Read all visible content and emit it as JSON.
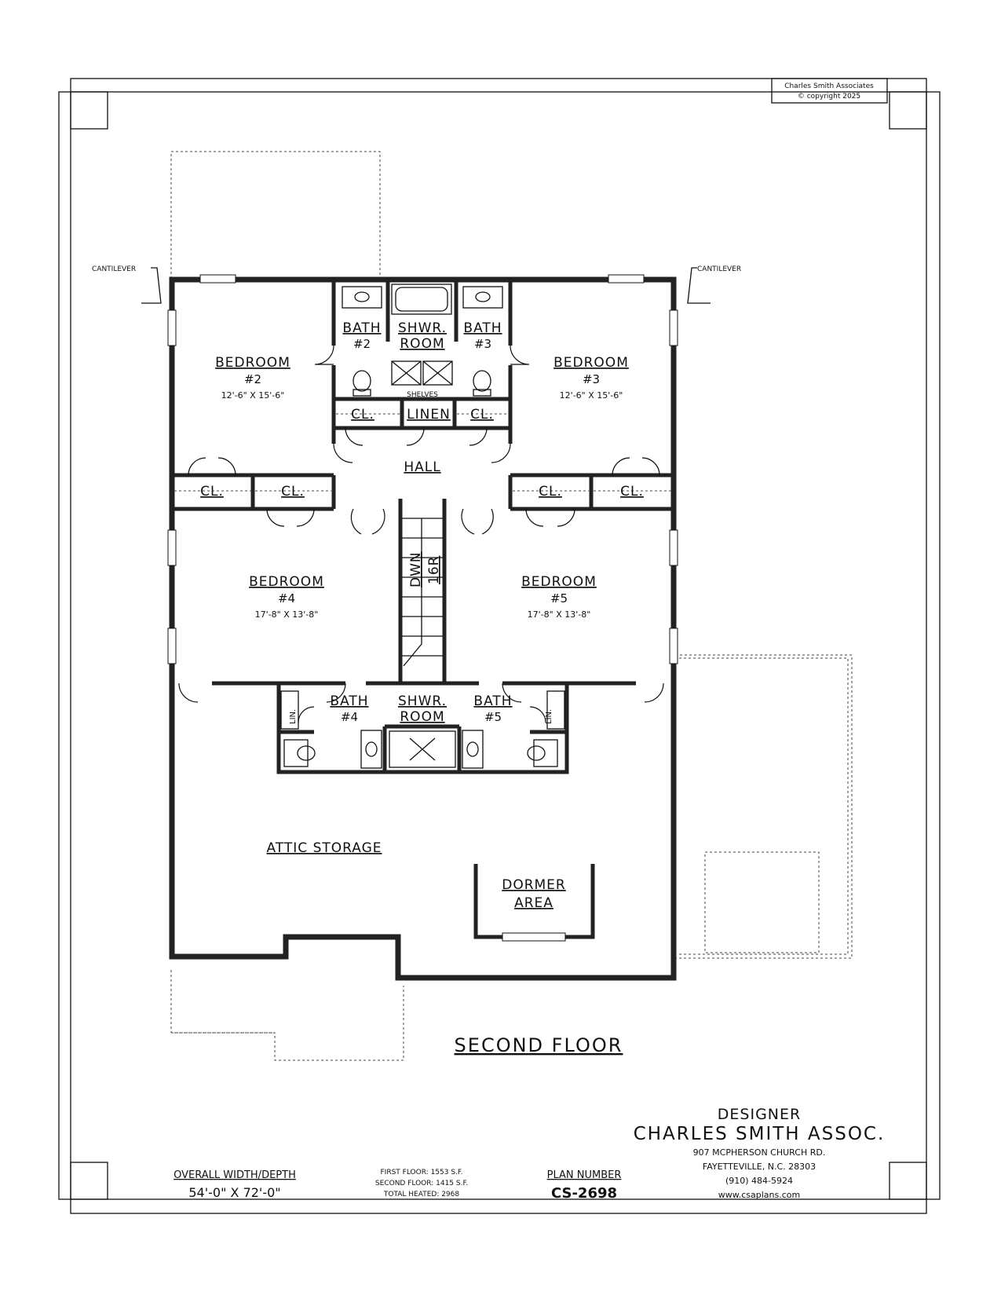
{
  "copyright": {
    "line1": "Charles Smith Associates",
    "line2": "© copyright 2025"
  },
  "rooms": {
    "bedroom2": {
      "name": "BEDROOM",
      "number": "#2",
      "size": "12'-6\" X 15'-6\""
    },
    "bedroom3": {
      "name": "BEDROOM",
      "number": "#3",
      "size": "12'-6\" X 15'-6\""
    },
    "bedroom4": {
      "name": "BEDROOM",
      "number": "#4",
      "size": "17'-8\" X 13'-8\""
    },
    "bedroom5": {
      "name": "BEDROOM",
      "number": "#5",
      "size": "17'-8\" X 13'-8\""
    },
    "bath2": {
      "name": "BATH",
      "number": "#2"
    },
    "bath3": {
      "name": "BATH",
      "number": "#3"
    },
    "bath4": {
      "name": "BATH",
      "number": "#4"
    },
    "bath5": {
      "name": "BATH",
      "number": "#5"
    },
    "shwr_upper": {
      "line1": "SHWR.",
      "line2": "ROOM"
    },
    "shwr_lower": {
      "line1": "SHWR.",
      "line2": "ROOM"
    },
    "shelves": "SHELVES",
    "linen": "LINEN",
    "closet": "CL.",
    "lin": "LIN.",
    "hall": "HALL",
    "stair_dwn": "DWN",
    "stair_risers": "16R",
    "attic": "ATTIC STORAGE",
    "dormer": {
      "line1": "DORMER",
      "line2": "AREA"
    }
  },
  "notes": {
    "cantilever": "CANTILEVER"
  },
  "title": "SECOND FLOOR",
  "designer": {
    "heading": "DESIGNER",
    "name": "CHARLES SMITH ASSOC.",
    "address": "907 MCPHERSON CHURCH RD.",
    "city": "FAYETTEVILLE, N.C. 28303",
    "phone": "(910) 484-5924",
    "web": "www.csaplans.com"
  },
  "overall": {
    "label": "OVERALL WIDTH/DEPTH",
    "value": "54'-0\" X 72'-0\""
  },
  "areas": {
    "first": "FIRST FLOOR: 1553 S.F.",
    "second": "SECOND FLOOR: 1415 S.F.",
    "total": "TOTAL HEATED: 2968"
  },
  "plan": {
    "label": "PLAN NUMBER",
    "value": "CS-2698"
  }
}
